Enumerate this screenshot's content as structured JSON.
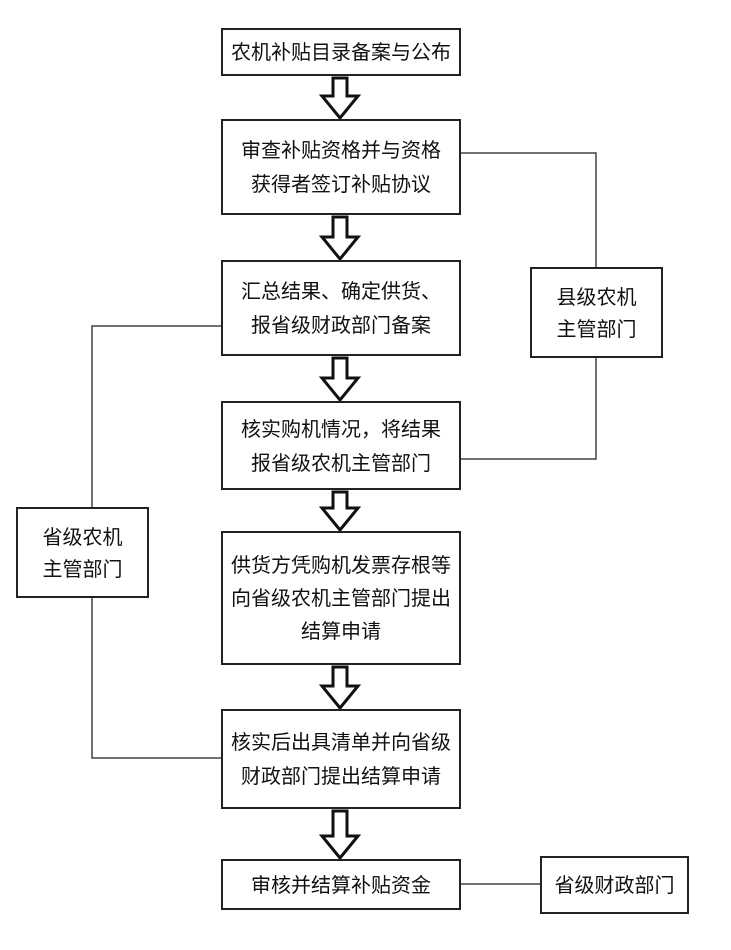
{
  "flow_steps": [
    {
      "lines": [
        "农机补贴目录备案与公布"
      ]
    },
    {
      "lines": [
        "审查补贴资格并与资格",
        "获得者签订补贴协议"
      ]
    },
    {
      "lines": [
        "汇总结果、确定供货、",
        "报省级财政部门备案"
      ]
    },
    {
      "lines": [
        "核实购机情况，将结果",
        "报省级农机主管部门"
      ]
    },
    {
      "lines": [
        "供货方凭购机发票存根等",
        "向省级农机主管部门提出",
        "结算申请"
      ]
    },
    {
      "lines": [
        "核实后出具清单并向省级",
        "财政部门提出结算申请"
      ]
    },
    {
      "lines": [
        "审核并结算补贴资金"
      ]
    }
  ],
  "side_boxes": {
    "county": {
      "lines": [
        "县级农机",
        "主管部门"
      ]
    },
    "province": {
      "lines": [
        "省级农机",
        "主管部门"
      ]
    },
    "finance": {
      "lines": [
        "省级财政部门"
      ]
    }
  }
}
